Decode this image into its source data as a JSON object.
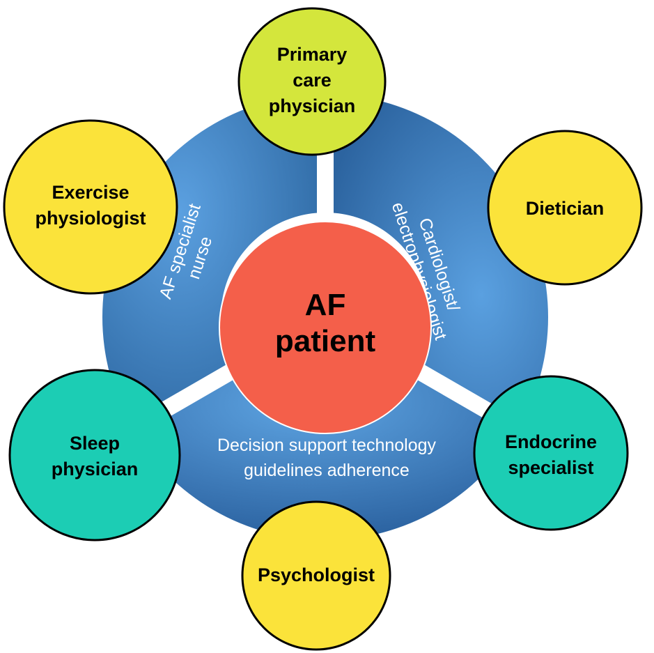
{
  "center": {
    "lines": [
      "AF",
      "patient"
    ]
  },
  "sectors": [
    {
      "id": "left",
      "lines": [
        "AF specialist",
        "nurse"
      ]
    },
    {
      "id": "right",
      "lines": [
        "Cardiologist/",
        "electrophysiologist"
      ]
    },
    {
      "id": "bottom",
      "lines": [
        "Decision support technology",
        "guidelines adherence"
      ]
    }
  ],
  "nodes": [
    {
      "id": "primary-care-physician",
      "lines": [
        "Primary",
        "care",
        "physician"
      ],
      "color": "#d4e63c"
    },
    {
      "id": "dietician",
      "lines": [
        "Dietician"
      ],
      "color": "#fbe33a"
    },
    {
      "id": "endocrine-specialist",
      "lines": [
        "Endocrine",
        "specialist"
      ],
      "color": "#1ccdb4"
    },
    {
      "id": "psychologist",
      "lines": [
        "Psychologist"
      ],
      "color": "#fbe33a"
    },
    {
      "id": "sleep-physician",
      "lines": [
        "Sleep",
        "physician"
      ],
      "color": "#1ccdb4"
    },
    {
      "id": "exercise-physiologist",
      "lines": [
        "Exercise",
        "physiologist"
      ],
      "color": "#fbe33a"
    }
  ],
  "colors": {
    "center": "#f45f4a",
    "sector_dark": "#2f6ea9",
    "sector_light": "#4a90d4",
    "node_stroke": "#000000"
  }
}
